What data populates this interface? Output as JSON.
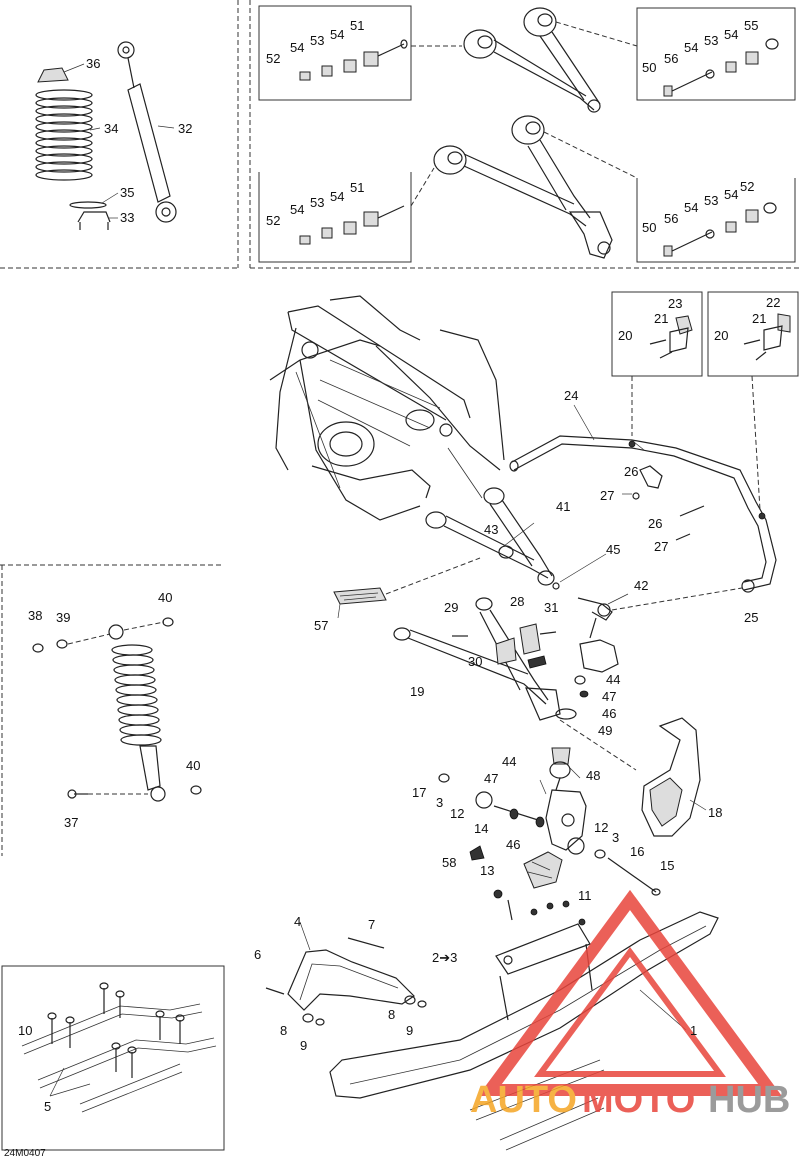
{
  "diagram": {
    "drawing_code": "24M0407",
    "labels": {
      "l1": "1",
      "l2to3": "2➔3",
      "l3a": "3",
      "l3b": "3",
      "l4": "4",
      "l5": "5",
      "l6": "6",
      "l7": "7",
      "l8a": "8",
      "l8b": "8",
      "l9a": "9",
      "l9b": "9",
      "l10": "10",
      "l11": "11",
      "l12a": "12",
      "l12b": "12",
      "l13": "13",
      "l14": "14",
      "l15": "15",
      "l16": "16",
      "l17": "17",
      "l18": "18",
      "l19": "19",
      "l20a": "20",
      "l20b": "20",
      "l21a": "21",
      "l21b": "21",
      "l22": "22",
      "l23": "23",
      "l24": "24",
      "l25": "25",
      "l26a": "26",
      "l26b": "26",
      "l27a": "27",
      "l27b": "27",
      "l28": "28",
      "l29": "29",
      "l30": "30",
      "l31": "31",
      "l32": "32",
      "l33": "33",
      "l34": "34",
      "l35": "35",
      "l36": "36",
      "l37": "37",
      "l38": "38",
      "l39": "39",
      "l40a": "40",
      "l40b": "40",
      "l41": "41",
      "l42": "42",
      "l43": "43",
      "l44a": "44",
      "l44b": "44",
      "l45": "45",
      "l46a": "46",
      "l46b": "46",
      "l47a": "47",
      "l47b": "47",
      "l48": "48",
      "l49": "49",
      "l50a": "50",
      "l50b": "50",
      "l51a": "51",
      "l51b": "51",
      "l52a": "52",
      "l52b": "52",
      "l52c": "52",
      "l53a": "53",
      "l53b": "53",
      "l53c": "53",
      "l53d": "53",
      "l54a": "54",
      "l54b": "54",
      "l54c": "54",
      "l54d": "54",
      "l54e": "54",
      "l54f": "54",
      "l54g": "54",
      "l54h": "54",
      "l55": "55",
      "l56a": "56",
      "l56b": "56",
      "l57": "57",
      "l58": "58"
    },
    "watermark": {
      "part1": "AUTO",
      "part2": "MOTO",
      "part3": "HUB",
      "color_orange": "#f5a524",
      "color_red": "#e8453c",
      "color_gray": "#8a8a8a"
    }
  }
}
